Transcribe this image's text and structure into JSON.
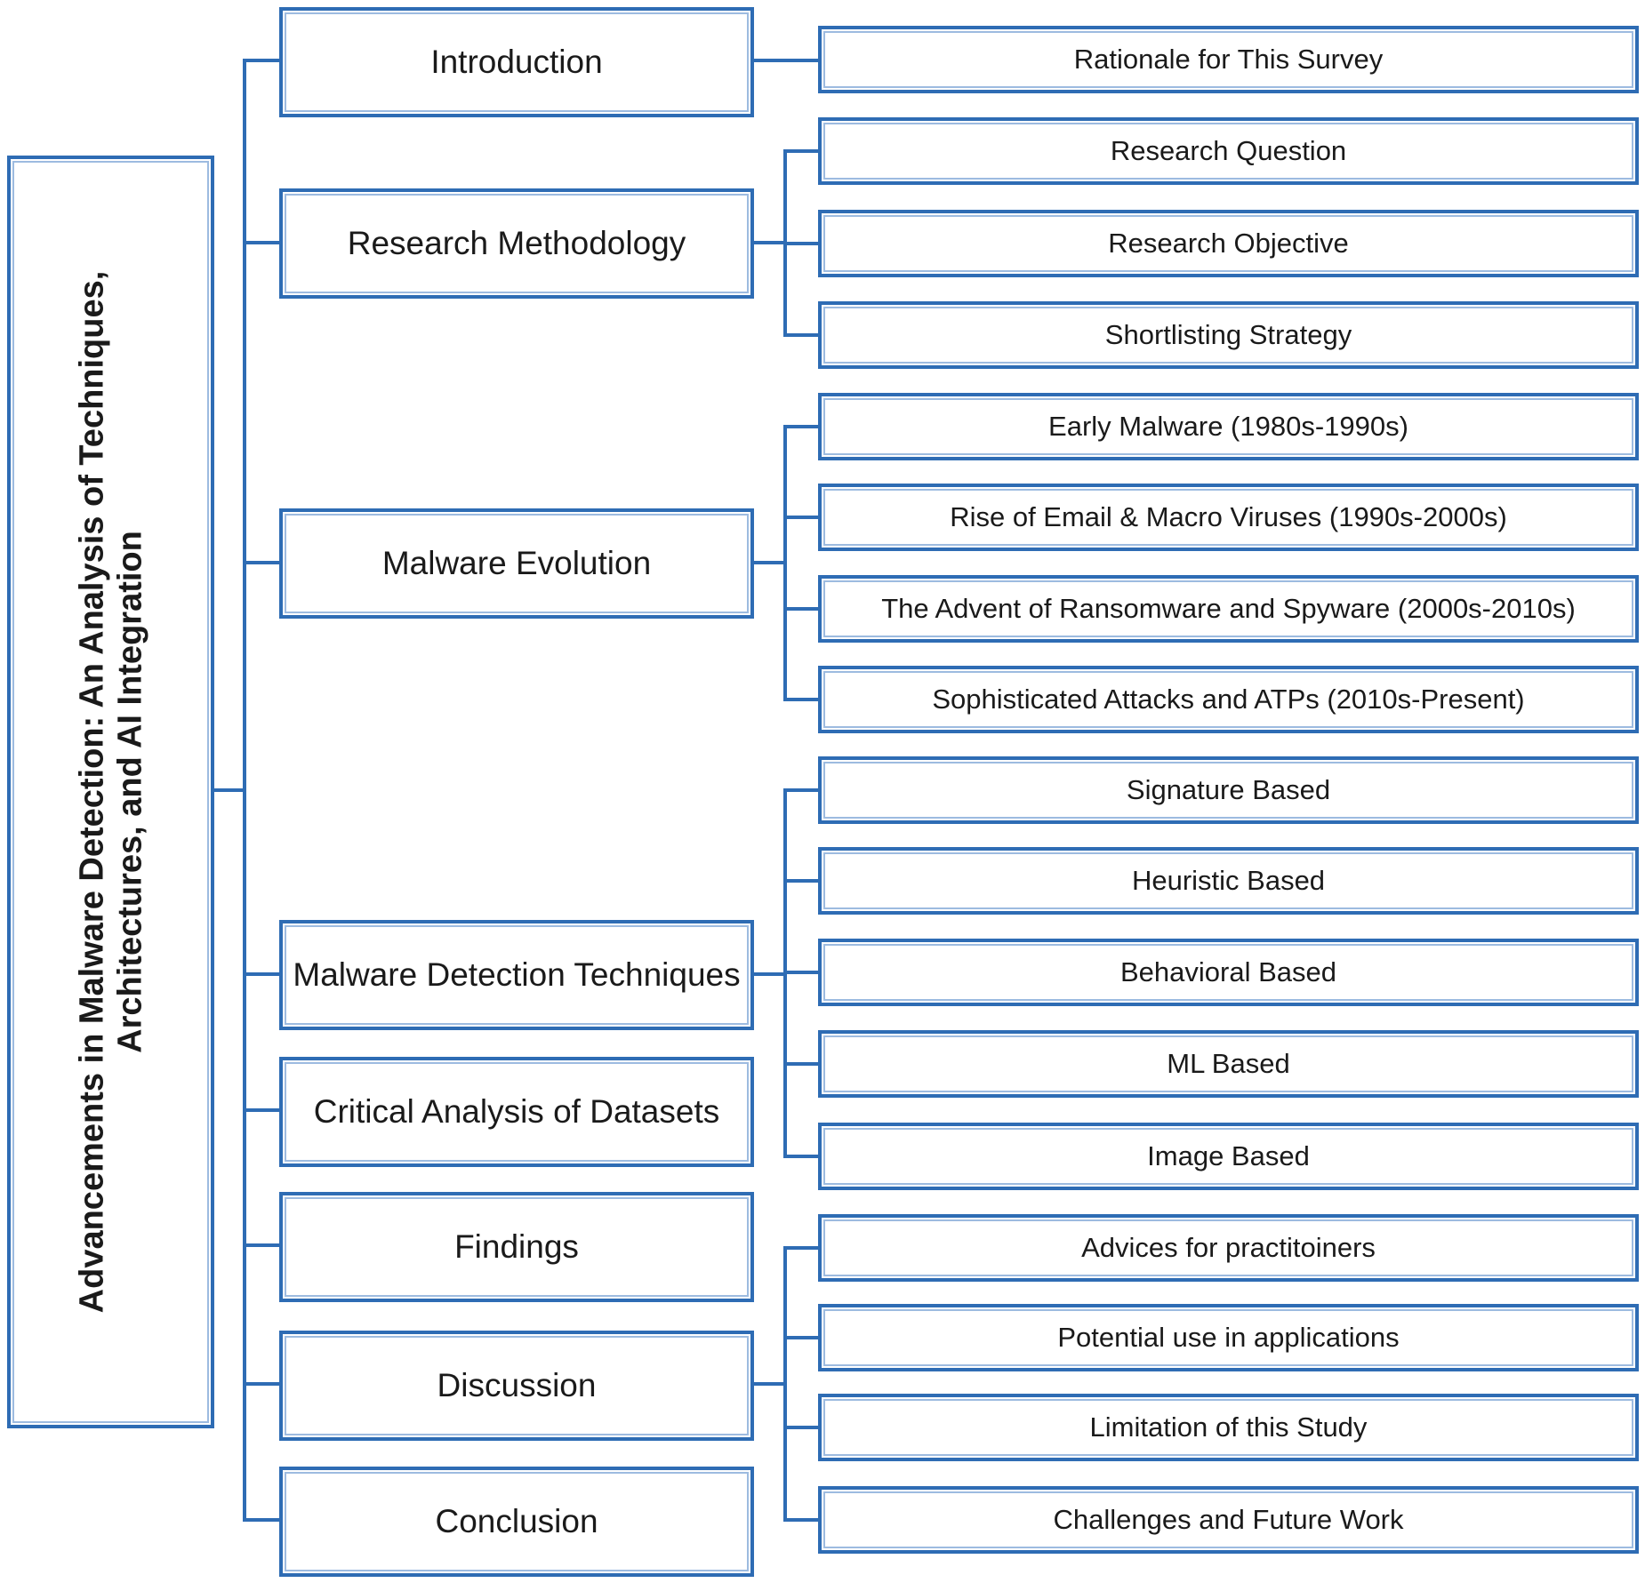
{
  "root": {
    "title": "Advancements in Malware Detection: An Analysis of Techniques, Architectures, and AI Integration"
  },
  "sections": [
    {
      "label": "Introduction",
      "children": [
        "Rationale for This Survey"
      ]
    },
    {
      "label": "Research Methodology",
      "children": [
        "Research Question",
        "Research Objective",
        "Shortlisting Strategy"
      ]
    },
    {
      "label": "Malware Evolution",
      "children": [
        "Early Malware (1980s-1990s)",
        "Rise of Email & Macro Viruses (1990s-2000s)",
        "The Advent of Ransomware and Spyware (2000s-2010s)",
        "Sophisticated Attacks and ATPs (2010s-Present)"
      ]
    },
    {
      "label": "Malware Detection Techniques",
      "children": [
        "Signature Based",
        "Heuristic Based",
        "Behavioral Based",
        "ML Based",
        "Image Based"
      ]
    },
    {
      "label": "Critical Analysis of Datasets",
      "children": []
    },
    {
      "label": "Findings",
      "children": []
    },
    {
      "label": "Discussion",
      "children": [
        "Advices for practitoiners",
        "Potential use in applications",
        "Limitation of this Study",
        "Challenges and Future Work"
      ]
    },
    {
      "label": "Conclusion",
      "children": []
    }
  ],
  "colors": {
    "line": "#2e6cb4",
    "border": "#2e6cb4",
    "text": "#1a1a1a"
  }
}
